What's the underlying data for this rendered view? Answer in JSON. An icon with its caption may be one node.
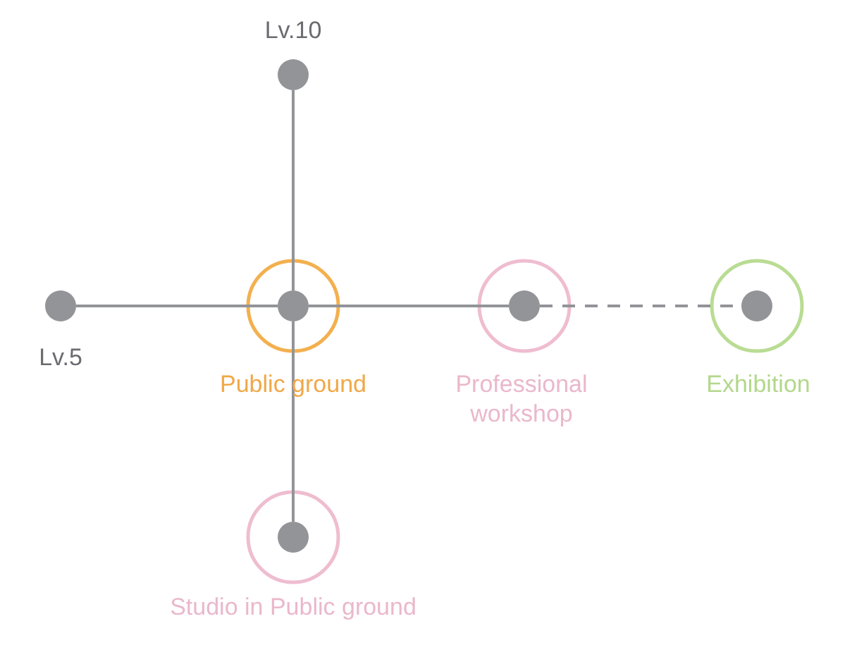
{
  "diagram": {
    "nodes": [
      {
        "text": [
          "Lv.10"
        ]
      },
      {
        "text": [
          "Lv.5"
        ]
      },
      {
        "text": [
          "Public ground"
        ]
      },
      {
        "text": [
          "Professional workshop"
        ]
      },
      {
        "text": [
          "Exhibition"
        ]
      },
      {
        "text": [
          "Studio in Public ground"
        ]
      }
    ],
    "edges": [
      {
        "from": 0,
        "to": 2,
        "arrow": "none"
      },
      {
        "from": 1,
        "to": 2,
        "arrow": "none"
      },
      {
        "from": 2,
        "to": 3,
        "arrow": "none"
      },
      {
        "from": 3,
        "to": 4,
        "arrow": "none",
        "style": "dashed"
      },
      {
        "from": 2,
        "to": 5,
        "arrow": "none"
      }
    ]
  }
}
